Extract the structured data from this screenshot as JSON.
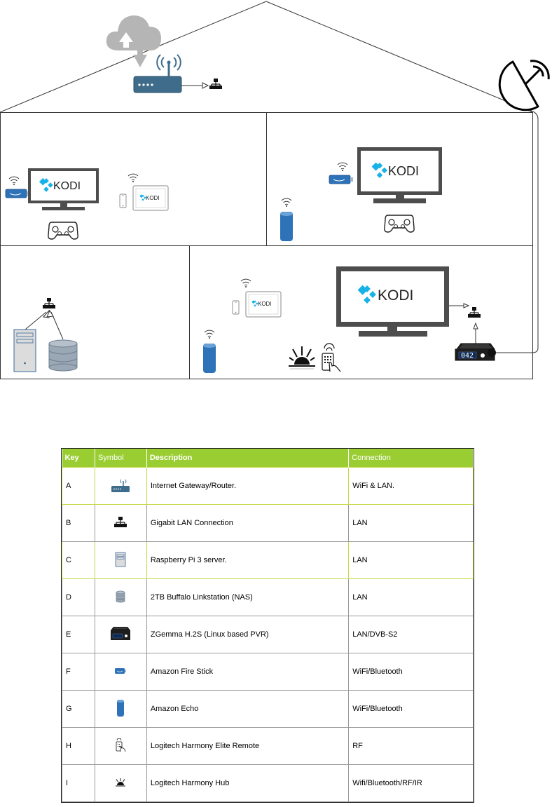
{
  "kodi_label": "KODI",
  "pvr_display": "042",
  "legend": {
    "headers": [
      "Key",
      "Symbol",
      "Description",
      "Connection"
    ],
    "rows": [
      {
        "key": "A",
        "symbol": "router-icon",
        "description": "Internet Gateway/Router.",
        "connection": "WiFi & LAN."
      },
      {
        "key": "B",
        "symbol": "lan-icon",
        "description": "Gigabit LAN Connection",
        "connection": "LAN"
      },
      {
        "key": "C",
        "symbol": "server-icon",
        "description": "Raspberry Pi 3 server.",
        "connection": "LAN"
      },
      {
        "key": "D",
        "symbol": "nas-icon",
        "description": "2TB Buffalo Linkstation (NAS)",
        "connection": "LAN"
      },
      {
        "key": "E",
        "symbol": "pvr-icon",
        "description": "ZGemma H.2S (Linux based PVR)",
        "connection": "LAN/DVB-S2"
      },
      {
        "key": "F",
        "symbol": "firestick-icon",
        "description": "Amazon Fire Stick",
        "connection": "WiFi/Bluetooth"
      },
      {
        "key": "G",
        "symbol": "echo-icon",
        "description": "Amazon Echo",
        "connection": "WiFi/Bluetooth"
      },
      {
        "key": "H",
        "symbol": "remote-icon",
        "description": "Logitech Harmony Elite Remote",
        "connection": "RF"
      },
      {
        "key": "I",
        "symbol": "hub-icon",
        "description": "Logitech Harmony Hub",
        "connection": "Wifi/Bluetooth/RF/IR"
      }
    ]
  },
  "colors": {
    "header_bg": "#9ACD32",
    "device_blue": "#2E73B8",
    "tv_gray": "#4D4D4D",
    "kodi_blue": "#17B2E7"
  }
}
